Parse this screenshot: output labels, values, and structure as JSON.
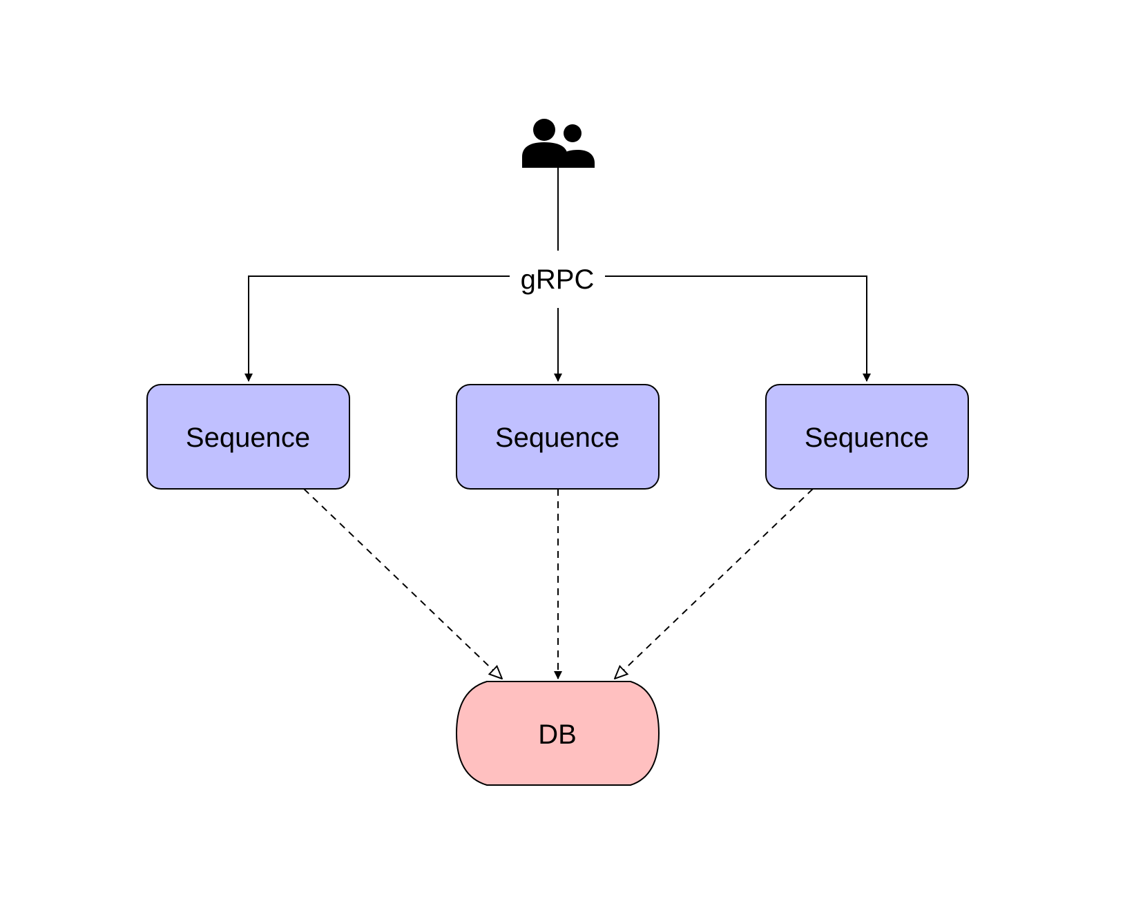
{
  "diagram": {
    "actor": {
      "icon": "users-icon"
    },
    "edge_label": "gRPC",
    "sequence_nodes": [
      {
        "label": "Sequence"
      },
      {
        "label": "Sequence"
      },
      {
        "label": "Sequence"
      }
    ],
    "db_node": {
      "label": "DB"
    },
    "colors": {
      "sequence_fill": "#c0c0ff",
      "db_fill": "#ffc0c0",
      "stroke": "#000000",
      "background": "#ffffff"
    }
  }
}
